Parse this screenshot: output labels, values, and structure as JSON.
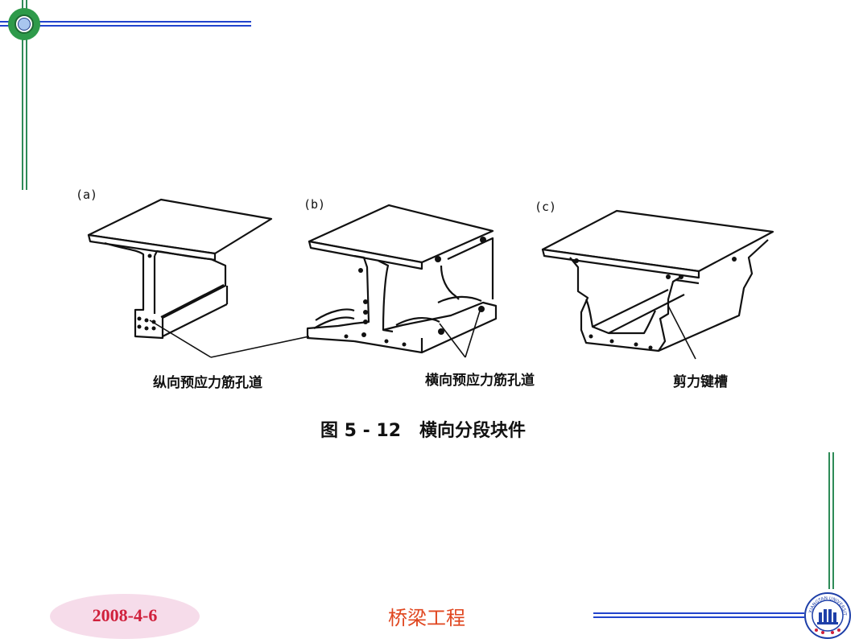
{
  "figure": {
    "panels": [
      "(a)",
      "(b)",
      "(c)"
    ],
    "callouts": [
      "纵向预应力筋孔道",
      "横向预应力筋孔道",
      "剪力键槽"
    ],
    "caption": "图 5 - 12   横向分段块件"
  },
  "footer": {
    "date": "2008-4-6",
    "course_title": "桥梁工程",
    "logo_text": "XIANGTAN UNIVERSITY"
  },
  "colors": {
    "accent_green": "#2e8b57",
    "accent_blue": "#2244cc",
    "date_color": "#d0203c",
    "title_color": "#e0461f",
    "pill_color": "#f6dcea"
  }
}
